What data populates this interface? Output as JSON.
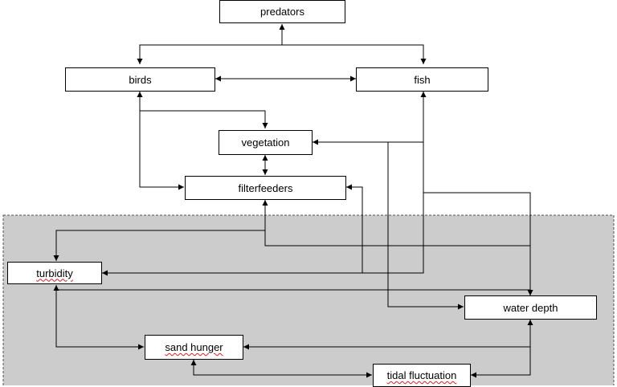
{
  "nodes": {
    "predators": "predators",
    "birds": "birds",
    "fish": "fish",
    "vegetation": "vegetation",
    "filterfeeders": "filterfeeders",
    "turbidity": "turbidity",
    "water_depth": "water depth",
    "sand_hunger": "sand hunger",
    "tidal_fluctuation": "tidal fluctuation"
  },
  "colors": {
    "region_fill": "#cccccc",
    "region_border": "#555555",
    "line": "#000000",
    "box_fill": "#ffffff"
  }
}
